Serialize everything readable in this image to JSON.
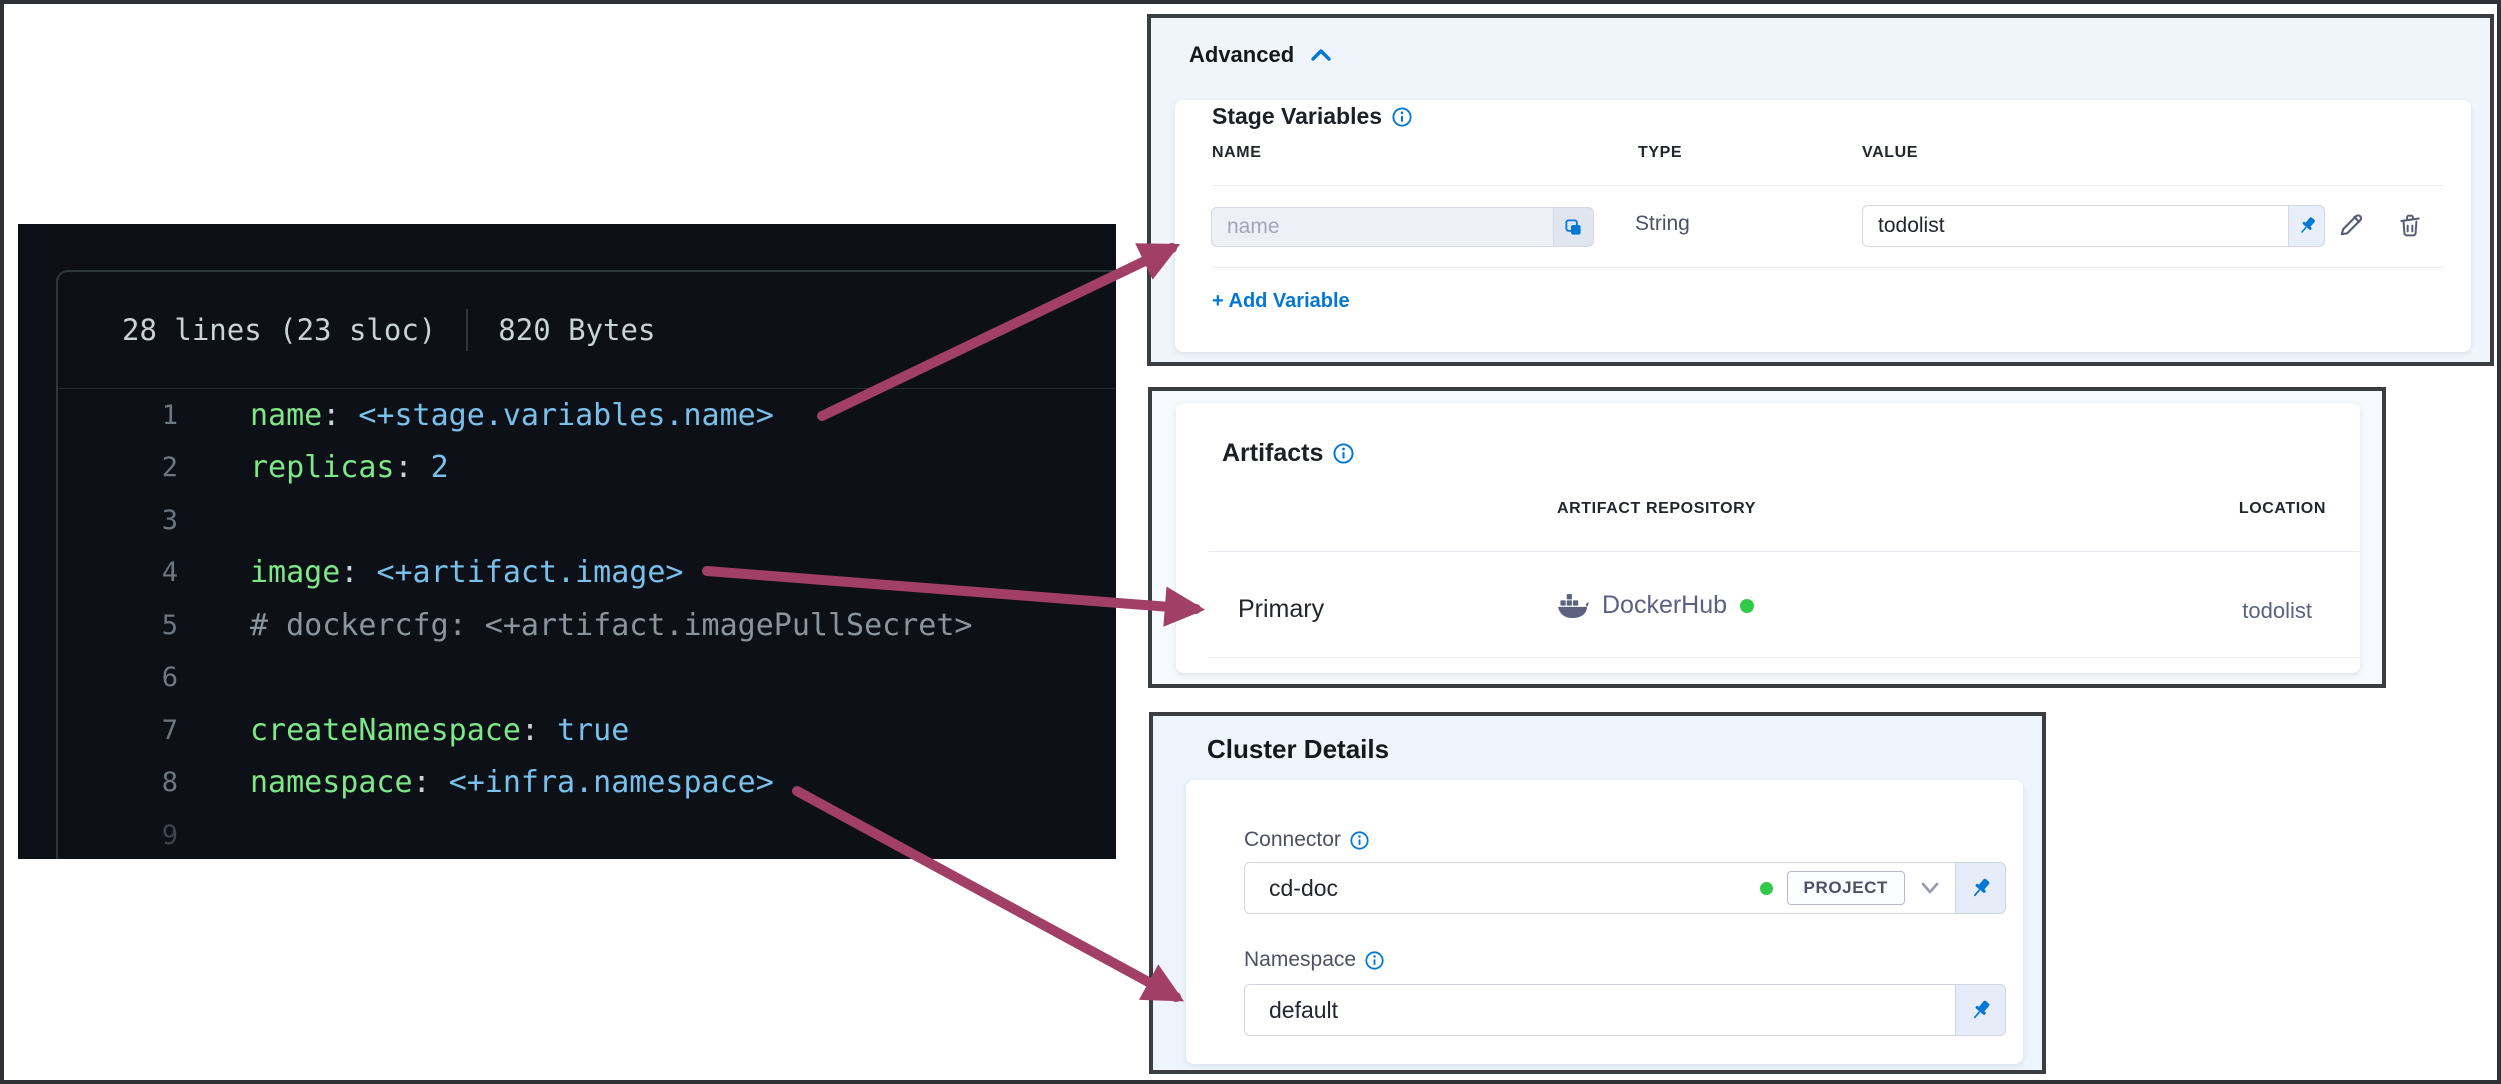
{
  "colors": {
    "accent_blue": "#0278d5",
    "arrow": "#a13f66",
    "code_key": "#7ee787",
    "code_value": "#79c0ea",
    "code_comment": "#8b949e",
    "status_green": "#2fca48"
  },
  "code_viewer": {
    "lines_info": "28 lines (23 sloc)",
    "size_info": "820 Bytes",
    "lines": [
      {
        "num": "1",
        "key": "name",
        "value": "<+stage.variables.name>"
      },
      {
        "num": "2",
        "key": "replicas",
        "value": "2"
      },
      {
        "num": "3"
      },
      {
        "num": "4",
        "key": "image",
        "value": "<+artifact.image>"
      },
      {
        "num": "5",
        "comment": "# dockercfg: <+artifact.imagePullSecret>"
      },
      {
        "num": "6"
      },
      {
        "num": "7",
        "key": "createNamespace",
        "value": "true"
      },
      {
        "num": "8",
        "key": "namespace",
        "value": "<+infra.namespace>"
      },
      {
        "num": "9",
        "faded": true
      }
    ]
  },
  "advanced_panel": {
    "title": "Advanced",
    "stage_variables": {
      "title": "Stage Variables",
      "columns": [
        "NAME",
        "TYPE",
        "VALUE"
      ],
      "row": {
        "name_placeholder": "name",
        "type": "String",
        "value": "todolist"
      },
      "add_label": "+ Add Variable"
    }
  },
  "artifacts_panel": {
    "title": "Artifacts",
    "columns": [
      "ARTIFACT REPOSITORY",
      "LOCATION"
    ],
    "row": {
      "label": "Primary",
      "repository": "DockerHub",
      "location": "todolist"
    }
  },
  "cluster_panel": {
    "title": "Cluster Details",
    "connector_label": "Connector",
    "connector_value": "cd-doc",
    "connector_scope": "PROJECT",
    "namespace_label": "Namespace",
    "namespace_value": "default"
  }
}
